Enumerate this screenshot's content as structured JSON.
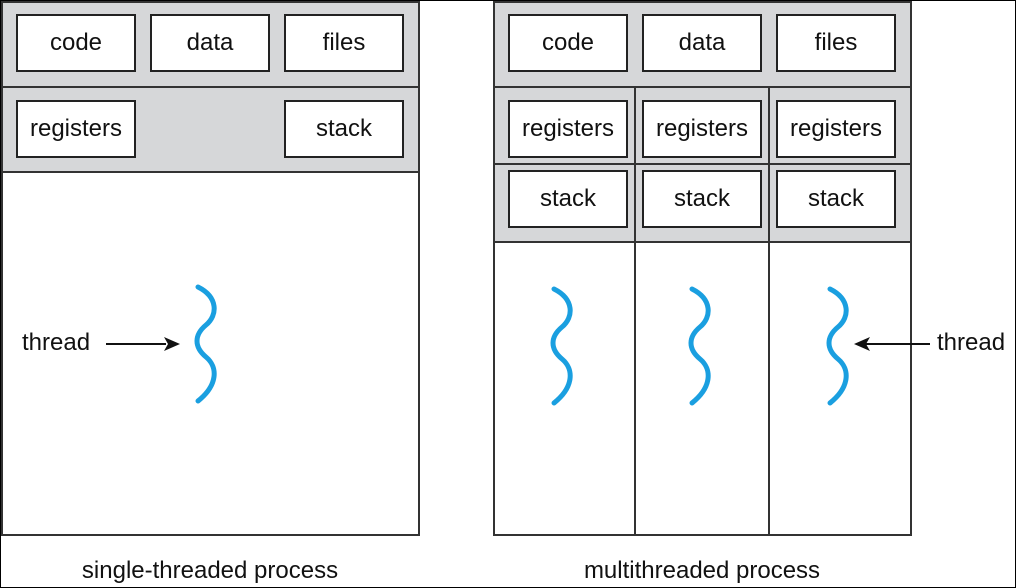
{
  "single": {
    "segments": {
      "code": "code",
      "data": "data",
      "files": "files"
    },
    "thread_state": {
      "registers": "registers",
      "stack": "stack"
    },
    "thread_label": "thread",
    "caption": "single-threaded process"
  },
  "multi": {
    "segments": {
      "code": "code",
      "data": "data",
      "files": "files"
    },
    "threads": [
      {
        "registers": "registers",
        "stack": "stack"
      },
      {
        "registers": "registers",
        "stack": "stack"
      },
      {
        "registers": "registers",
        "stack": "stack"
      }
    ],
    "thread_label": "thread",
    "caption": "multithreaded process"
  },
  "colors": {
    "thread": "#1a9fe0",
    "band": "#d6d7d9",
    "outline": "#333333"
  }
}
